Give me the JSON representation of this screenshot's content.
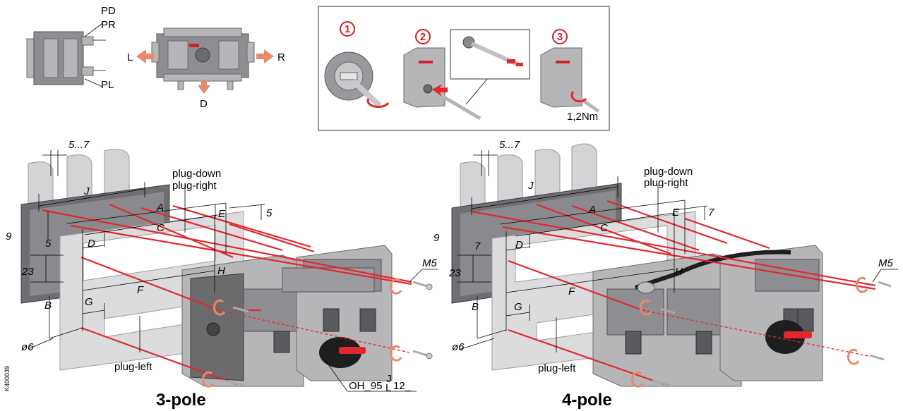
{
  "labels": {
    "pd": "PD",
    "pr": "PR",
    "pl": "PL",
    "l": "L",
    "r": "R",
    "d": "D",
    "step1": "1",
    "step2": "2",
    "step3": "3",
    "torque": "1,2Nm",
    "code": "K400039",
    "title3": "3-pole",
    "title4": "4-pole",
    "plug_down": "plug-down",
    "plug_right": "plug-right",
    "plug_left": "plug-left",
    "screw": "M5",
    "hole": "ø6",
    "range": "5...7",
    "handle_code": "OH_95",
    "handle_code_j": "J",
    "handle_code_l": "L",
    "handle_code_12": "12_"
  },
  "dims": {
    "j": "J",
    "a": "A",
    "c": "C",
    "d": "D",
    "e": "E",
    "f": "F",
    "g": "G",
    "h": "H",
    "b": "B",
    "nine": "9",
    "twentythree": "23",
    "five": "5",
    "seven": "7"
  },
  "colors": {
    "accent_red": "#e2282e",
    "arrow_salmon": "#e8896e",
    "plate_grey": "#6f6f73",
    "busbar_grey": "#d4d4d6"
  }
}
